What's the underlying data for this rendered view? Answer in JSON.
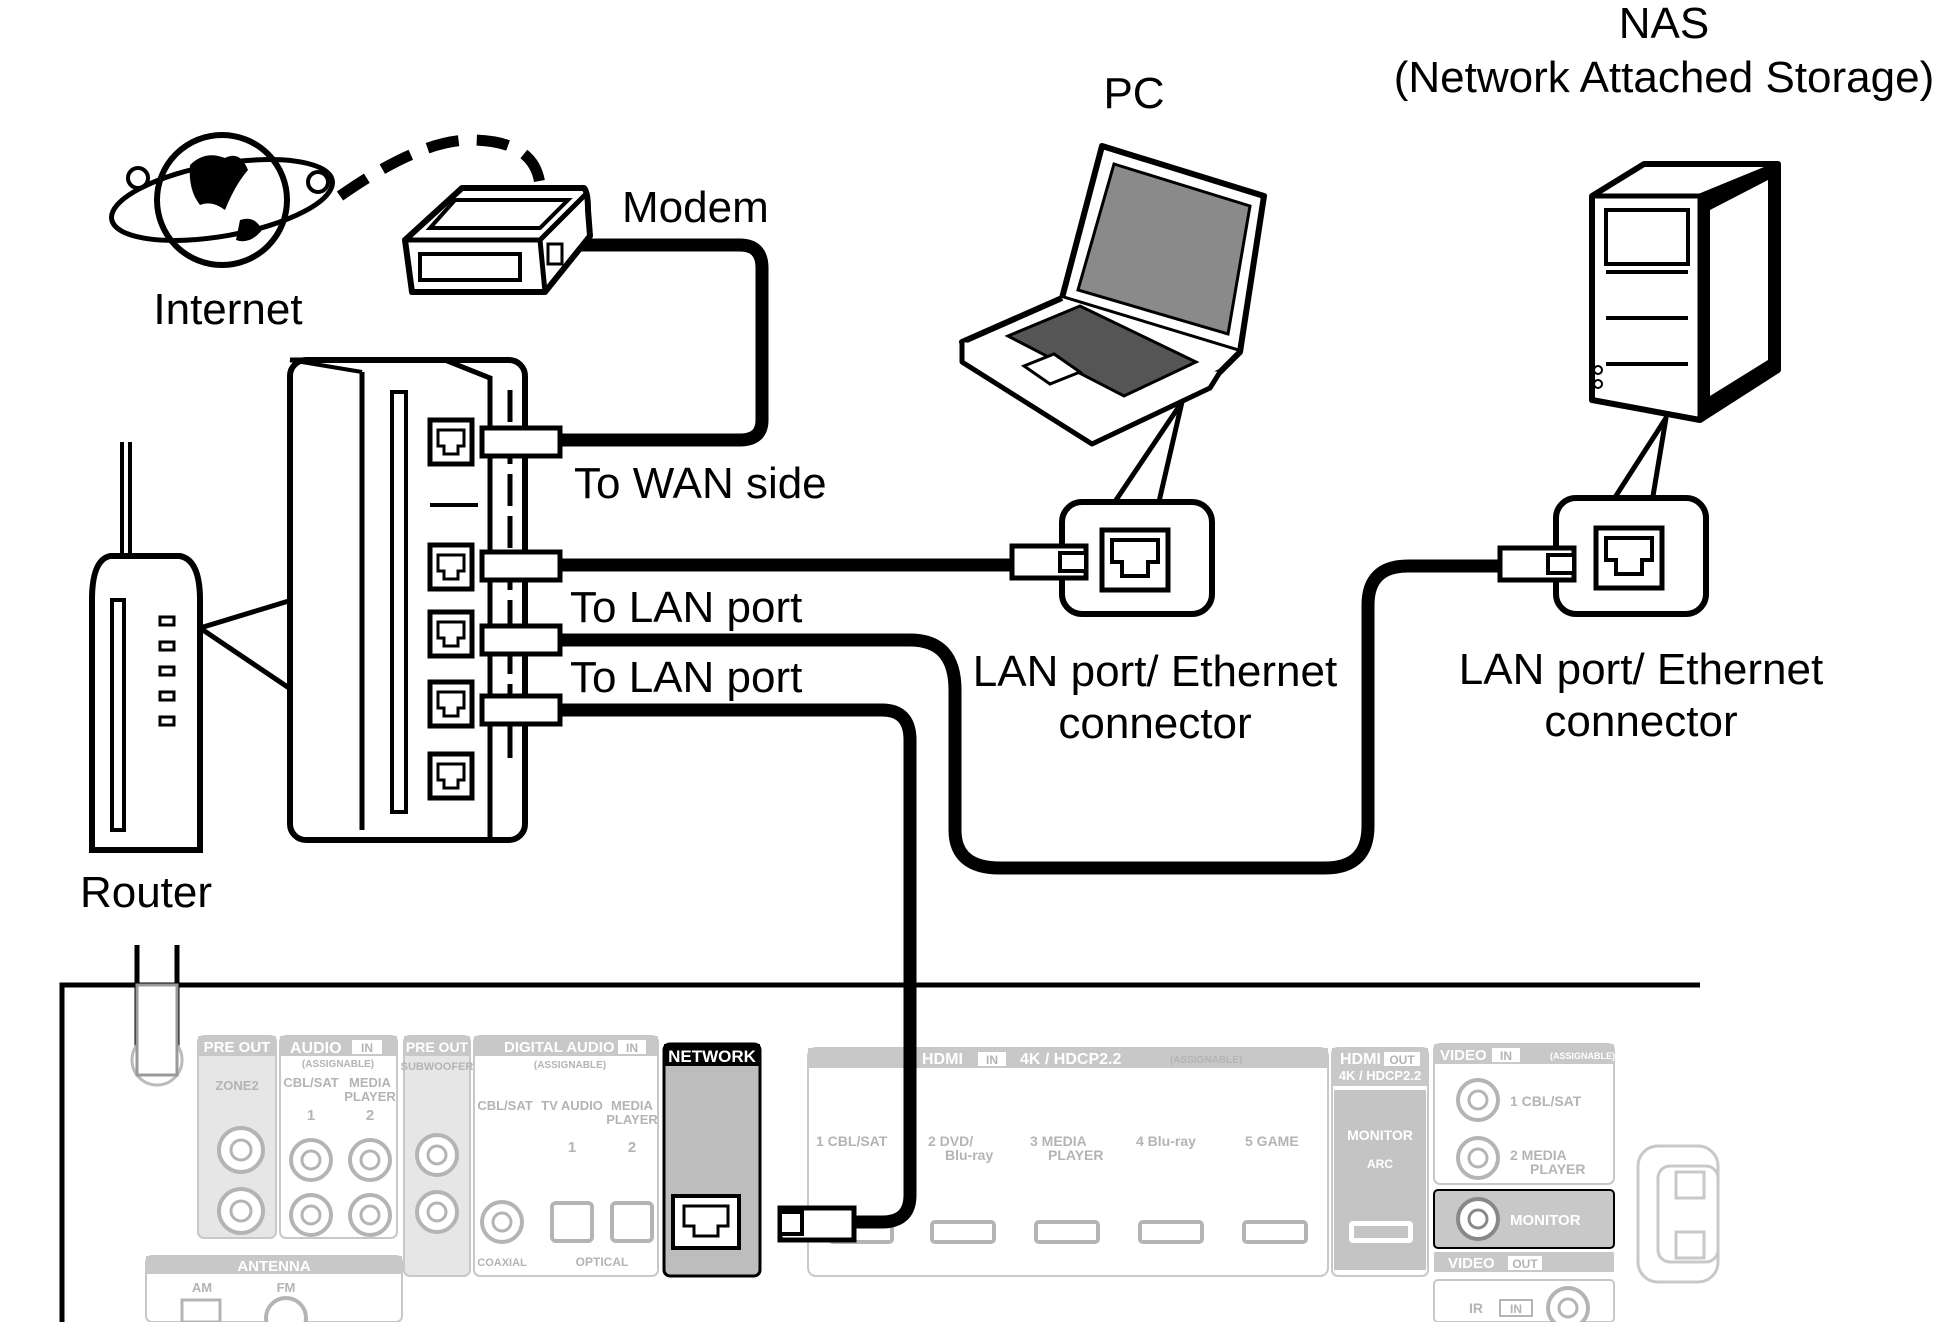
{
  "labels": {
    "internet": "Internet",
    "modem": "Modem",
    "router": "Router",
    "pc": "PC",
    "nas_title": "NAS",
    "nas_subtitle": "(Network Attached Storage)",
    "to_wan": "To WAN side",
    "to_lan_1": "To LAN port",
    "to_lan_2": "To LAN port",
    "pc_port_line1": "LAN port/ Ethernet",
    "pc_port_line2": "connector",
    "nas_port_line1": "LAN port/ Ethernet",
    "nas_port_line2": "connector"
  },
  "rear_panel": {
    "pre_out_1": "PRE OUT",
    "zone2": "ZONE2",
    "audio": "AUDIO",
    "audio_in": "IN",
    "assignable": "(ASSIGNABLE)",
    "cbl_sat": "CBL/SAT",
    "media": "MEDIA",
    "player": "PLAYER",
    "num1": "1",
    "num2": "2",
    "pre_out_2": "PRE OUT",
    "subwoofer": "SUBWOOFER",
    "digital_audio": "DIGITAL AUDIO",
    "digital_in": "IN",
    "tv_audio": "TV AUDIO",
    "coaxial": "COAXIAL",
    "optical": "OPTICAL",
    "network": "NETWORK",
    "hdmi": "HDMI",
    "hdmi_in": "IN",
    "hdmi_spec": "4K / HDCP2.2",
    "hdmi_inputs": [
      "1  CBL/SAT",
      "2  DVD/",
      "Blu-ray",
      "3  MEDIA",
      "PLAYER",
      "4  Blu-ray",
      "5  GAME"
    ],
    "hdmi_out": "HDMI",
    "hdmi_out_tag": "OUT",
    "hdmi_out_spec": "4K / HDCP2.2",
    "monitor": "MONITOR",
    "arc": "ARC",
    "video": "VIDEO",
    "video_in": "IN",
    "video_1": "1  CBL/SAT",
    "video_2_a": "2  MEDIA",
    "video_2_b": "PLAYER",
    "video_monitor": "MONITOR",
    "video_out": "VIDEO",
    "video_out_tag": "OUT",
    "ir": "IR",
    "ir_in": "IN",
    "antenna": "ANTENNA",
    "am": "AM",
    "fm": "FM"
  }
}
